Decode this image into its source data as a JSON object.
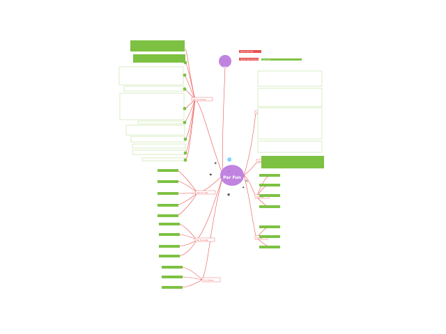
{
  "center": {
    "title": "Par Fun"
  },
  "satellite": {
    "title": "Tips",
    "items": [
      "Tips for this map",
      "Use the topic structure",
      "Linked note"
    ]
  },
  "left_branches": [
    {
      "label": "Par Fun Guide",
      "color": "#e8504f"
    },
    {
      "label": "Par Fun Tips",
      "color": "#e8504f"
    },
    {
      "label": "Par Fun Lists",
      "color": "#e8504f"
    },
    {
      "label": "Fun Games",
      "color": "#e8504f"
    }
  ],
  "right_branches": [
    {
      "label": "Intro",
      "color": "#e8504f"
    },
    {
      "label": "Notes",
      "color": "#e8504f"
    },
    {
      "label": "Courses",
      "color": "#e8504f"
    },
    {
      "label": "Scores",
      "color": "#e8504f"
    }
  ],
  "colors": {
    "center": "#c084e0",
    "green": "#7dc142",
    "red": "#e8504f",
    "orange_text": "#d9822b",
    "line": "#e8504f"
  },
  "icons": [
    "globe-icon",
    "star-icon",
    "flag-icon",
    "pin-icon",
    "chart-icon",
    "bulb-icon"
  ]
}
